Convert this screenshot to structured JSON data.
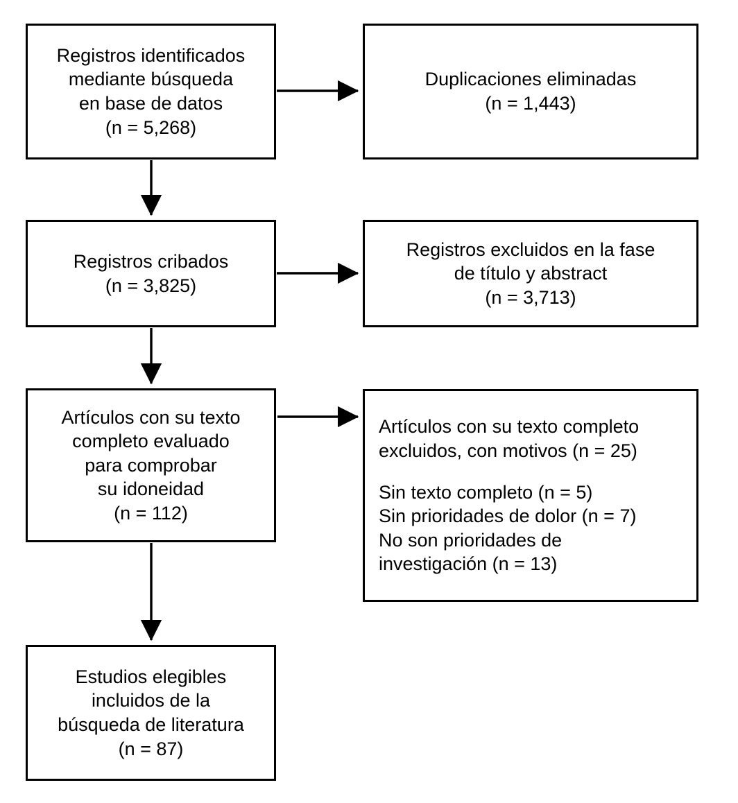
{
  "diagram": {
    "type": "prisma-flow-diagram",
    "language": "es",
    "colors": {
      "background": "#ffffff",
      "border": "#000000",
      "text": "#000000",
      "arrow": "#000000"
    },
    "boxes": {
      "records_identified": {
        "name": "records-identified",
        "lines": [
          "Registros identificados",
          "mediante búsqueda",
          "en base de datos",
          "(n = 5,268)"
        ],
        "count_label": "(n = 5,268)",
        "count": 5268,
        "align": "center"
      },
      "duplicates_removed": {
        "name": "duplicates-removed",
        "lines": [
          "Duplicaciones eliminadas",
          "(n = 1,443)"
        ],
        "count_label": "(n = 1,443)",
        "count": 1443,
        "align": "center"
      },
      "records_screened": {
        "name": "records-screened",
        "lines": [
          "Registros cribados",
          "(n = 3,825)"
        ],
        "count_label": "(n = 3,825)",
        "count": 3825,
        "align": "center"
      },
      "records_excluded": {
        "name": "records-excluded-title-abstract",
        "lines": [
          "Registros excluidos en la fase",
          "de título y abstract",
          "(n = 3,713)"
        ],
        "count_label": "(n = 3,713)",
        "count": 3713,
        "align": "center"
      },
      "fulltext_assessed": {
        "name": "fulltext-assessed-eligibility",
        "lines": [
          "Artículos con su texto",
          "completo evaluado",
          "para comprobar",
          "su idoneidad",
          "(n = 112)"
        ],
        "count_label": "(n = 112)",
        "count": 112,
        "align": "center"
      },
      "fulltext_excluded": {
        "name": "fulltext-excluded-with-reasons",
        "lines": [
          "Artículos con su texto completo",
          "excluidos, con motivos (n = 25)",
          "",
          "Sin texto completo (n = 5)",
          "Sin prioridades de dolor (n = 7)",
          "No son prioridades de",
          "investigación (n = 13)"
        ],
        "count_label": "(n = 25)",
        "count": 25,
        "align": "left",
        "reasons": [
          {
            "label": "Sin texto completo",
            "count_label": "(n = 5)",
            "count": 5
          },
          {
            "label": "Sin prioridades de dolor",
            "count_label": "(n = 7)",
            "count": 7
          },
          {
            "label": "No son prioridades de investigación",
            "count_label": "(n = 13)",
            "count": 13
          }
        ]
      },
      "studies_included": {
        "name": "studies-included",
        "lines": [
          "Estudios elegibles",
          "incluidos de la",
          "búsqueda de literatura",
          "(n = 87)"
        ],
        "count_label": "(n = 87)",
        "count": 87,
        "align": "center"
      }
    },
    "arrows": [
      {
        "name": "arrow-identified-to-duplicates",
        "direction": "right",
        "from": "records_identified",
        "to": "duplicates_removed"
      },
      {
        "name": "arrow-identified-to-screened",
        "direction": "down",
        "from": "records_identified",
        "to": "records_screened"
      },
      {
        "name": "arrow-screened-to-excluded",
        "direction": "right",
        "from": "records_screened",
        "to": "records_excluded"
      },
      {
        "name": "arrow-screened-to-fulltext",
        "direction": "down",
        "from": "records_screened",
        "to": "fulltext_assessed"
      },
      {
        "name": "arrow-fulltext-to-excluded",
        "direction": "right",
        "from": "fulltext_assessed",
        "to": "fulltext_excluded"
      },
      {
        "name": "arrow-fulltext-to-included",
        "direction": "down",
        "from": "fulltext_assessed",
        "to": "studies_included"
      }
    ]
  }
}
